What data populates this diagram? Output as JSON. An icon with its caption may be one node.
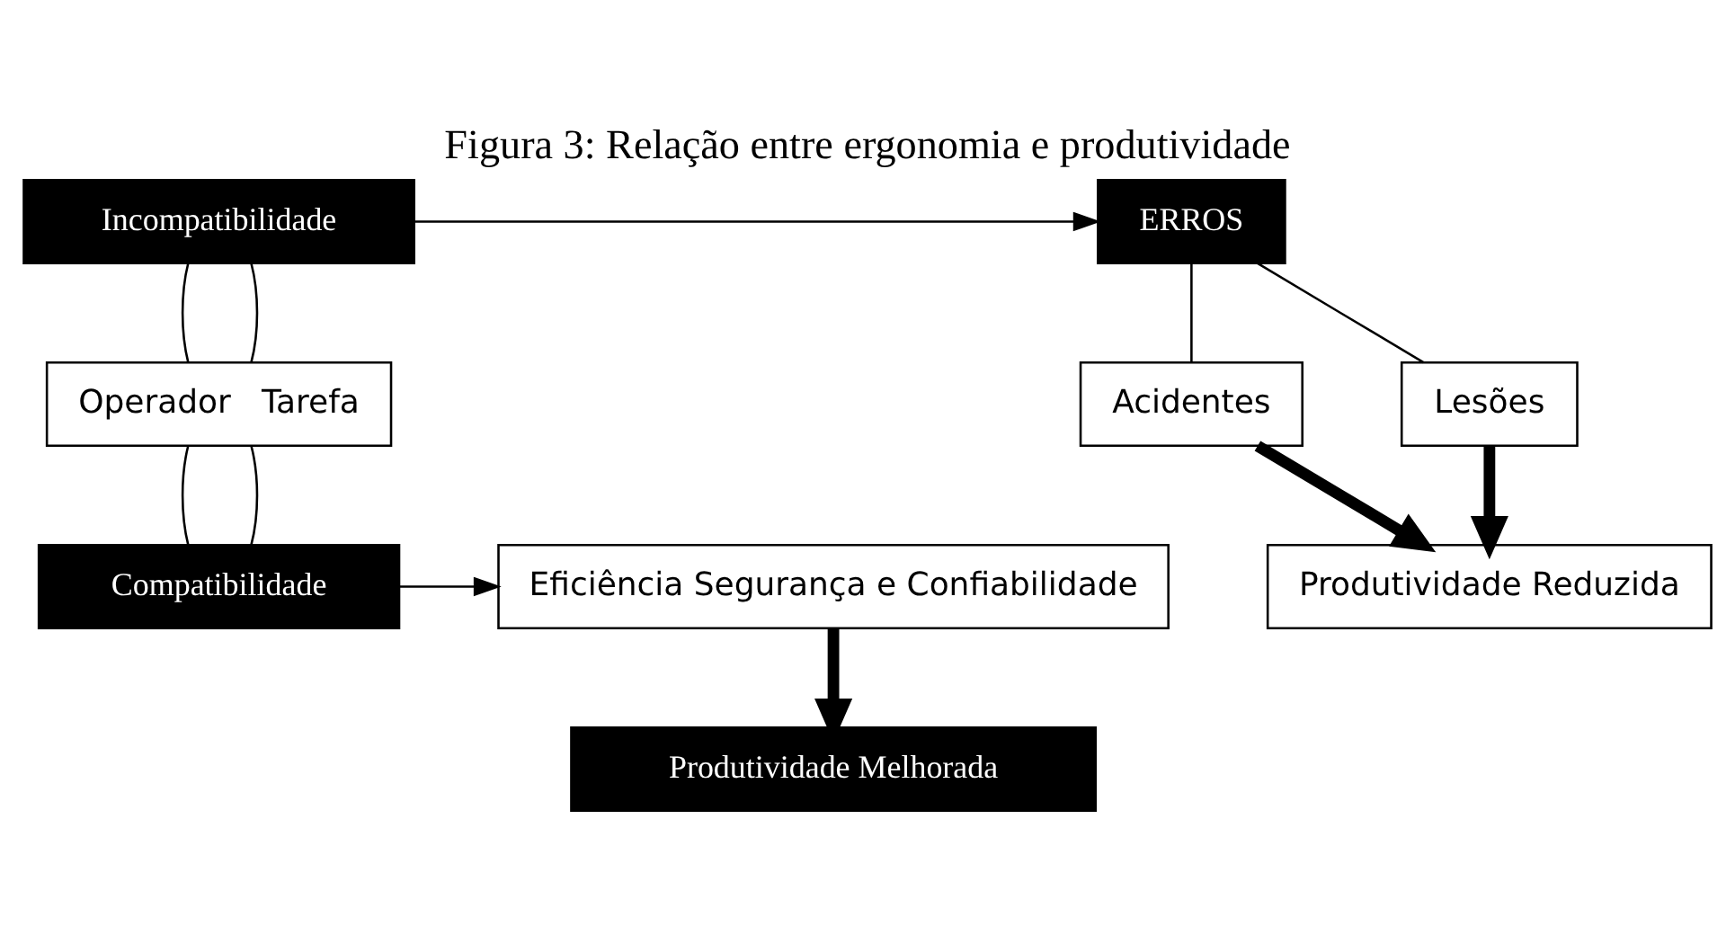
{
  "diagram": {
    "title": "Figura 3: Relação entre ergonomia e produtividade",
    "nodes": [
      {
        "text": [
          "Incompatibilidade"
        ]
      },
      {
        "text": [
          "ERROS"
        ]
      },
      {
        "text": [
          "Operador",
          "Tarefa"
        ]
      },
      {
        "text": [
          "Acidentes"
        ]
      },
      {
        "text": [
          "Lesões"
        ]
      },
      {
        "text": [
          "Produtividade Reduzida"
        ]
      },
      {
        "text": [
          "Compatibilidade"
        ]
      },
      {
        "text": [
          "Eficiência Segurança e Confiabilidade"
        ]
      },
      {
        "text": [
          "Produtividade Melhorada"
        ]
      }
    ],
    "edges": [
      {
        "from": 0,
        "to": 1,
        "arrow": "to"
      },
      {
        "from": 0,
        "to": 2,
        "arrow": "none"
      },
      {
        "from": 0,
        "to": 2,
        "arrow": "none"
      },
      {
        "from": 1,
        "to": 3,
        "arrow": "none"
      },
      {
        "from": 1,
        "to": 4,
        "arrow": "none"
      },
      {
        "from": 3,
        "to": 5,
        "arrow": "to",
        "style": "thick"
      },
      {
        "from": 4,
        "to": 5,
        "arrow": "to",
        "style": "thick"
      },
      {
        "from": 2,
        "to": 6,
        "arrow": "none"
      },
      {
        "from": 2,
        "to": 6,
        "arrow": "none"
      },
      {
        "from": 6,
        "to": 7,
        "arrow": "to"
      },
      {
        "from": 7,
        "to": 8,
        "arrow": "to",
        "style": "thick"
      }
    ]
  }
}
